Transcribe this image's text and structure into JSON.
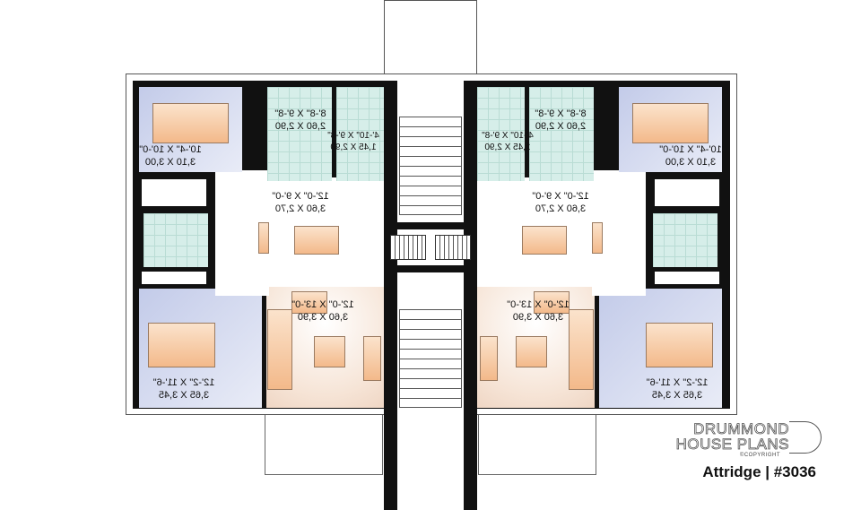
{
  "plan": {
    "left_unit": {
      "bedroom_1": {
        "dim_imperial": "10'-4\" X 10'-0\"",
        "dim_metric": "3,10 X 3,00"
      },
      "kitchen": {
        "dim_imperial": "8'-8\" X 9'-8\"",
        "dim_metric": "2,60 X 2,90"
      },
      "bathroom_1": {
        "dim_imperial": "4'-10\" X 9'-8\"",
        "dim_metric": "1,45 X 2,90"
      },
      "dining": {
        "dim_imperial": "12'-0\" X 9'-0\"",
        "dim_metric": "3,60 X 2,70"
      },
      "living": {
        "dim_imperial": "12'-0\" X 13'-0\"",
        "dim_metric": "3,60 X 3,90"
      },
      "bedroom_2": {
        "dim_imperial": "12'-2\" X 11'-6\"",
        "dim_metric": "3,65 X 3,45"
      }
    },
    "right_unit": {
      "bedroom_1": {
        "dim_imperial": "10'-4\" X 10'-0\"",
        "dim_metric": "3,10 X 3,00"
      },
      "kitchen": {
        "dim_imperial": "8'-8\" X 9'-8\"",
        "dim_metric": "2,60 X 2,90"
      },
      "bathroom_1": {
        "dim_imperial": "4'-10\" X 9'-8\"",
        "dim_metric": "1,45 X 2,90"
      },
      "dining": {
        "dim_imperial": "12'-0\" X 9'-0\"",
        "dim_metric": "3,60 X 2,70"
      },
      "living": {
        "dim_imperial": "12'-0\" X 13'-0\"",
        "dim_metric": "3,60 X 3,90"
      },
      "bedroom_2": {
        "dim_imperial": "12'-2\" X 11'-6\"",
        "dim_metric": "3,65 X 3,45"
      }
    }
  },
  "branding": {
    "line1": "DRUMMOND",
    "line2": "HOUSE PLANS",
    "copyright": "©COPYRIGHT"
  },
  "caption": "Attridge | #3036",
  "colors": {
    "bedroom": "#c3cbe9",
    "wet_room": "#d6eee9",
    "living": "#f6e4d6",
    "wall": "#111111"
  }
}
